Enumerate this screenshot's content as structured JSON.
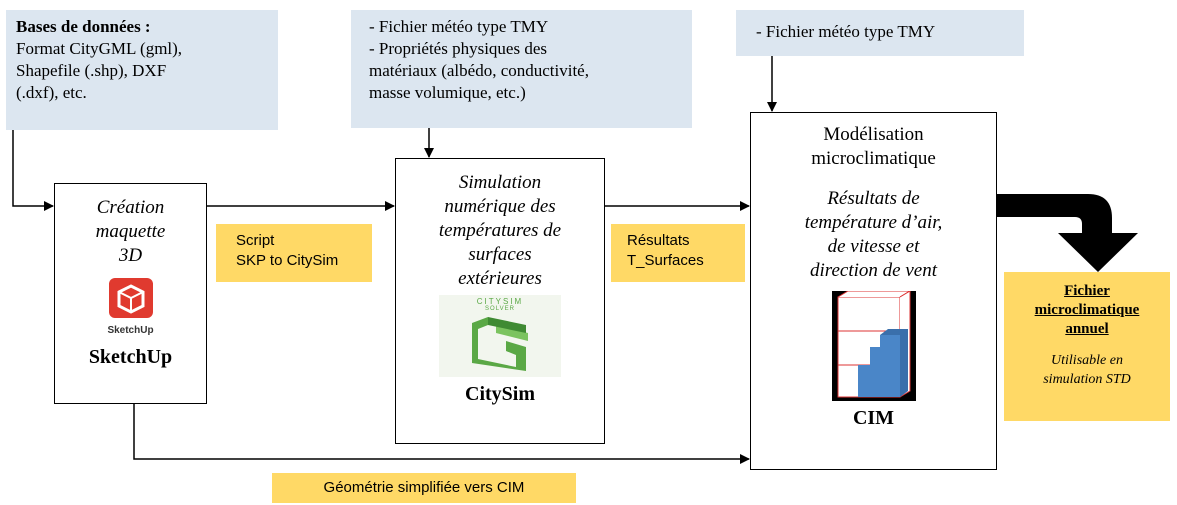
{
  "sources": {
    "databases": {
      "title": "Bases de données :",
      "lines": [
        "Format CityGML (gml),",
        "Shapefile (.shp), DXF",
        "(.dxf), etc."
      ]
    },
    "weather_materials": {
      "lines": [
        "- Fichier météo type TMY",
        "- Propriétés physiques des",
        "matériaux (albédo, conductivité,",
        "masse volumique, etc.)"
      ]
    },
    "weather": {
      "lines": [
        "- Fichier météo type TMY"
      ]
    }
  },
  "steps": {
    "sketchup": {
      "lines": [
        "Création",
        "maquette",
        "3D"
      ],
      "logo_label": "SketchUp",
      "name": "SketchUp"
    },
    "citysim": {
      "lines": [
        "Simulation",
        "numérique des",
        "températures de",
        "surfaces",
        "extérieures"
      ],
      "logo_text": "CITYSIM",
      "logo_subtext": "SOLVER",
      "name": "CitySim"
    },
    "cim": {
      "title_lines": [
        "Modélisation",
        "microclimatique"
      ],
      "lines": [
        "Résultats de",
        "température d’air,",
        "de vitesse et",
        "direction de vent"
      ],
      "name": "CIM"
    }
  },
  "connectors": {
    "script": [
      "Script",
      "SKP to CitySim"
    ],
    "results": [
      "Résultats",
      "T_Surfaces"
    ],
    "geometry": "Géométrie simplifiée vers CIM"
  },
  "output": {
    "title_lines": [
      "Fichier",
      "microclimatique",
      "annuel"
    ],
    "note_lines": [
      "Utilisable en",
      "simulation STD"
    ]
  },
  "colors": {
    "info_bg": "#dce6f0",
    "tag_bg": "#ffd966",
    "sketchup_red": "#e03a2f",
    "citysim_green": "#5aa845",
    "cim_blue": "#4a86c8"
  }
}
